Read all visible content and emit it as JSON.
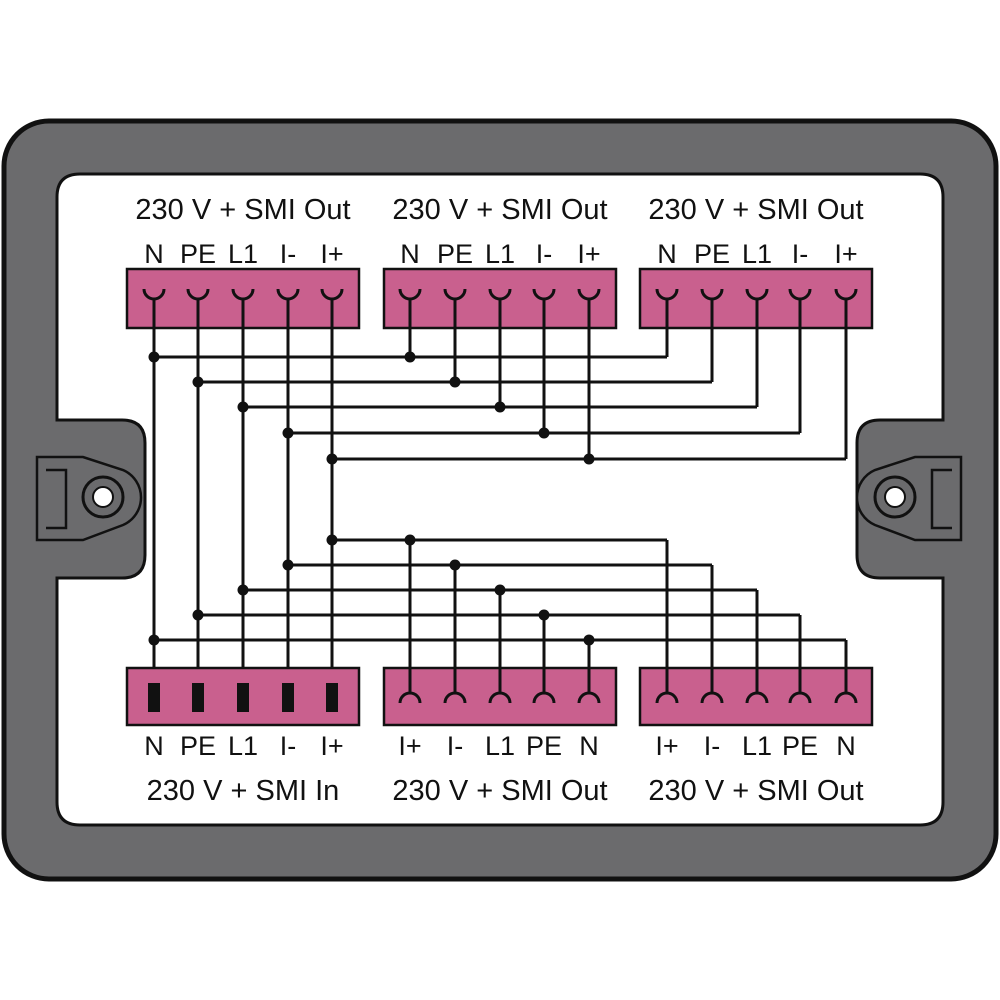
{
  "diagram": {
    "colors": {
      "housing": "#6b6b6d",
      "connector": "#c9608e",
      "wire": "#111111",
      "panel": "#ffffff"
    },
    "top_connectors": [
      {
        "title": "230 V + SMI  Out",
        "pins": [
          "N",
          "PE",
          "L1",
          "I-",
          "I+"
        ]
      },
      {
        "title": "230 V + SMI  Out",
        "pins": [
          "N",
          "PE",
          "L1",
          "I-",
          "I+"
        ]
      },
      {
        "title": "230 V + SMI  Out",
        "pins": [
          "N",
          "PE",
          "L1",
          "I-",
          "I+"
        ]
      }
    ],
    "bottom_connectors": [
      {
        "title": "230 V + SMI  In",
        "pins": [
          "N",
          "PE",
          "L1",
          "I-",
          "I+"
        ],
        "type": "plug"
      },
      {
        "title": "230 V + SMI  Out",
        "pins": [
          "I+",
          "I-",
          "L1",
          "PE",
          "N"
        ],
        "type": "socket"
      },
      {
        "title": "230 V + SMI  Out",
        "pins": [
          "I+",
          "I-",
          "L1",
          "PE",
          "N"
        ],
        "type": "socket"
      }
    ]
  }
}
